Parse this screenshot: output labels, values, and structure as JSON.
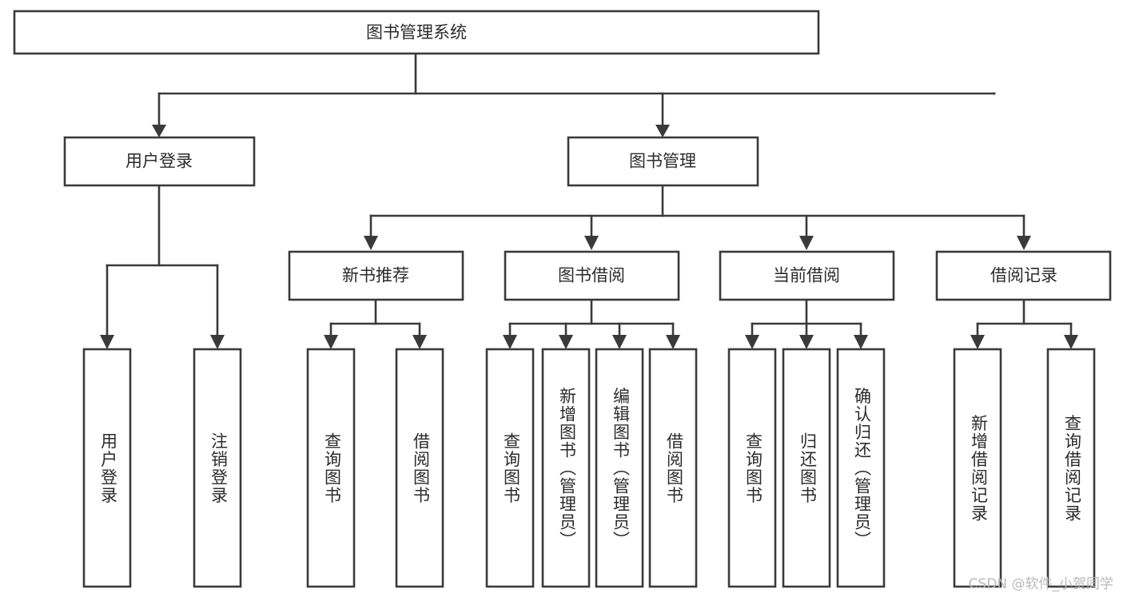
{
  "diagram": {
    "title": "图书管理系统",
    "type": "tree-hierarchy-diagram",
    "colors": {
      "stroke": "#3a3a3a",
      "box_fill": "#ffffff",
      "text": "#2b2b2b",
      "background": "#ffffff",
      "watermark": "#b9b9b9"
    },
    "root": {
      "label": "图书管理系统"
    },
    "level1": [
      {
        "label": "用户登录"
      },
      {
        "label": "图书管理"
      }
    ],
    "level2": [
      {
        "label": "新书推荐"
      },
      {
        "label": "图书借阅"
      },
      {
        "label": "当前借阅"
      },
      {
        "label": "借阅记录"
      }
    ],
    "leaves": {
      "user_login": [
        {
          "label": "用户登录"
        },
        {
          "label": "注销登录"
        }
      ],
      "new_book_recommend": [
        {
          "label": "查询图书"
        },
        {
          "label": "借阅图书"
        }
      ],
      "book_borrow": [
        {
          "label": "查询图书"
        },
        {
          "label": "新增图书（管理员）"
        },
        {
          "label": "编辑图书（管理员）"
        },
        {
          "label": "借阅图书"
        }
      ],
      "current_borrow": [
        {
          "label": "查询图书"
        },
        {
          "label": "归还图书"
        },
        {
          "label": "确认归还（管理员）"
        }
      ],
      "borrow_record": [
        {
          "label": "新增借阅记录"
        },
        {
          "label": "查询借阅记录"
        }
      ]
    }
  },
  "watermark": {
    "text": "CSDN @软件_小贺同学"
  }
}
